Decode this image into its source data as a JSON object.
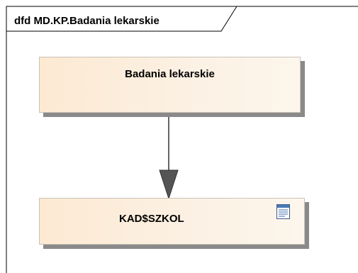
{
  "diagram": {
    "frame_title": "dfd MD.KP.Badania lekarskie",
    "nodes": {
      "process": {
        "label": "Badania lekarskie"
      },
      "data_store": {
        "label": "KAD$SZKOL",
        "icon": "table-icon"
      }
    },
    "flows": [
      {
        "from": "Badania lekarskie",
        "to": "KAD$SZKOL"
      }
    ],
    "colors": {
      "node_fill": "#fbf1e4",
      "node_border": "#c9c2b6",
      "shadow": "#8a8a8a",
      "arrow": "#333333"
    }
  }
}
